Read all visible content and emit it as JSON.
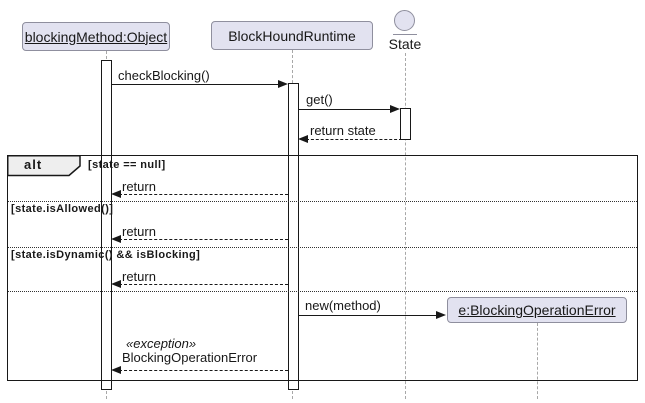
{
  "sequence_diagram": {
    "participants": [
      {
        "id": "blocking-method",
        "label": "blockingMethod:Object",
        "underlined": true
      },
      {
        "id": "blockhound-runtime",
        "label": "BlockHoundRuntime",
        "underlined": false
      },
      {
        "id": "state",
        "label": "State",
        "underlined": false,
        "icon": "entity-circle-icon"
      },
      {
        "id": "blocking-operation-error",
        "label": "e:BlockingOperationError",
        "underlined": true
      }
    ],
    "alt_fragment": {
      "operator": "alt",
      "guards": [
        "[state == null]",
        "[state.isAllowed()]",
        "[state.isDynamic() && isBlocking]"
      ]
    },
    "messages": {
      "check_blocking": "checkBlocking()",
      "get": "get()",
      "return_state": "return state",
      "return1": "return",
      "return2": "return",
      "return3": "return",
      "new_method": "new(method)",
      "exception_stereotype": "«exception»",
      "exception_name": "BlockingOperationError"
    },
    "colors": {
      "participant_fill": "#E2E2F0",
      "participant_border": "#8f8f9e",
      "fragment_header_fill": "#EEEEEE",
      "line_color": "#181818",
      "lifeline_color": "#A8A8A8"
    }
  }
}
